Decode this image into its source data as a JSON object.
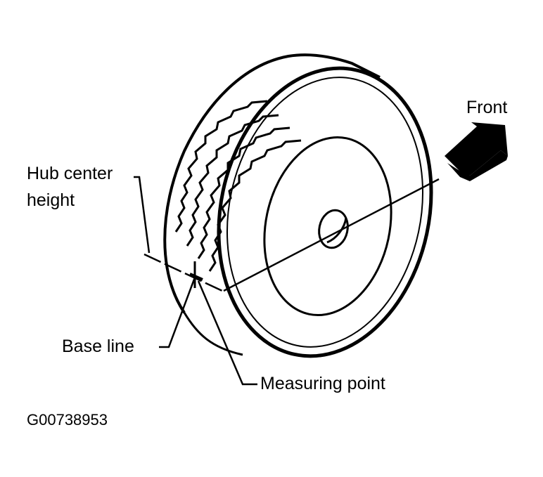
{
  "labels": {
    "front": "Front",
    "hub_center_height_line1": "Hub center",
    "hub_center_height_line2": "height",
    "base_line": "Base line",
    "measuring_point": "Measuring point"
  },
  "figure_code": "G00738953",
  "colors": {
    "ink": "#000000",
    "background": "#ffffff"
  }
}
